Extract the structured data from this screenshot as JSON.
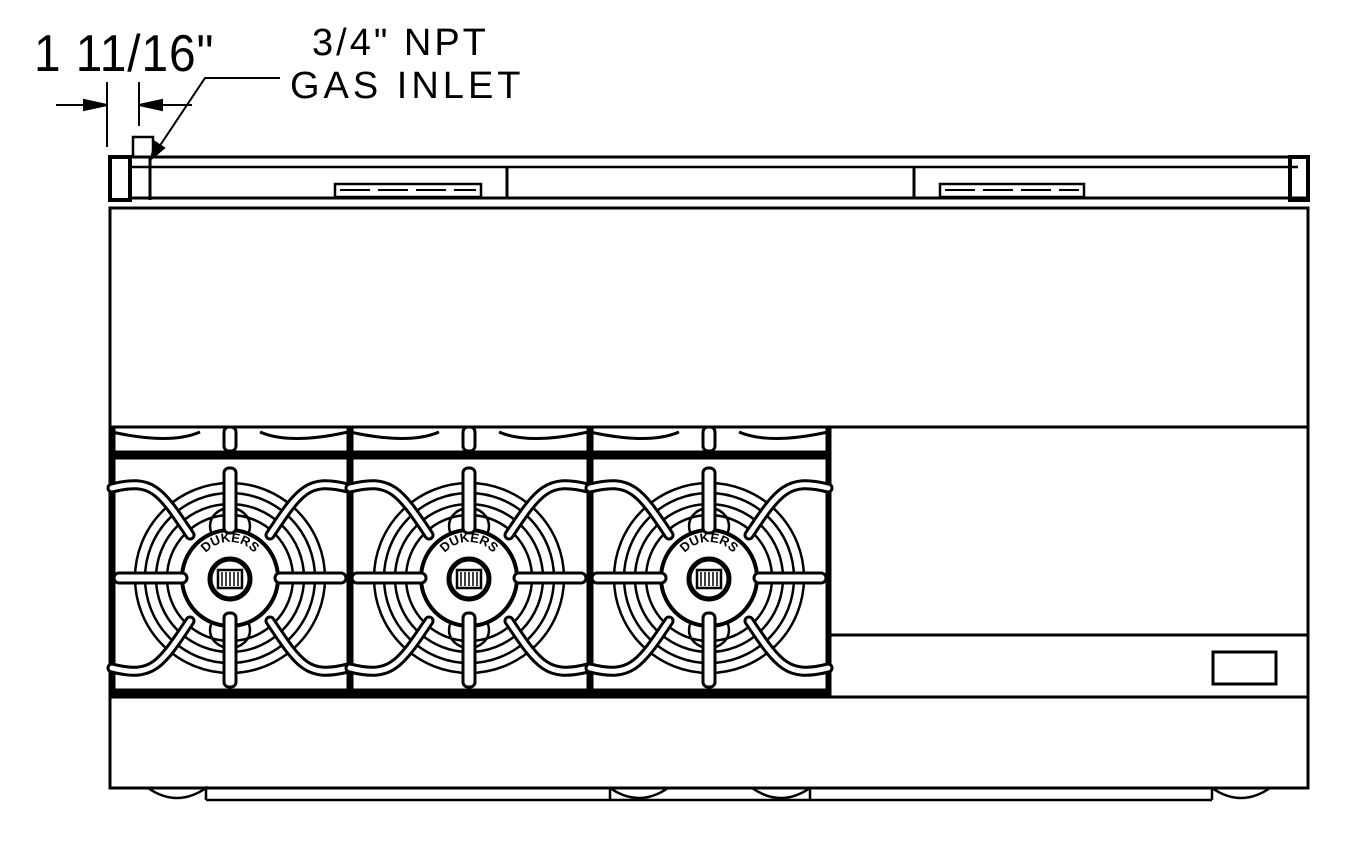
{
  "annotations": {
    "dimension": "1 11/16\"",
    "inlet_line1": "3/4\" NPT",
    "inlet_line2": "GAS INLET"
  },
  "burners": [
    {
      "logo": "DUKERS"
    },
    {
      "logo": "DUKERS"
    },
    {
      "logo": "DUKERS"
    }
  ],
  "colors": {
    "line": "#000000",
    "background": "#ffffff"
  }
}
